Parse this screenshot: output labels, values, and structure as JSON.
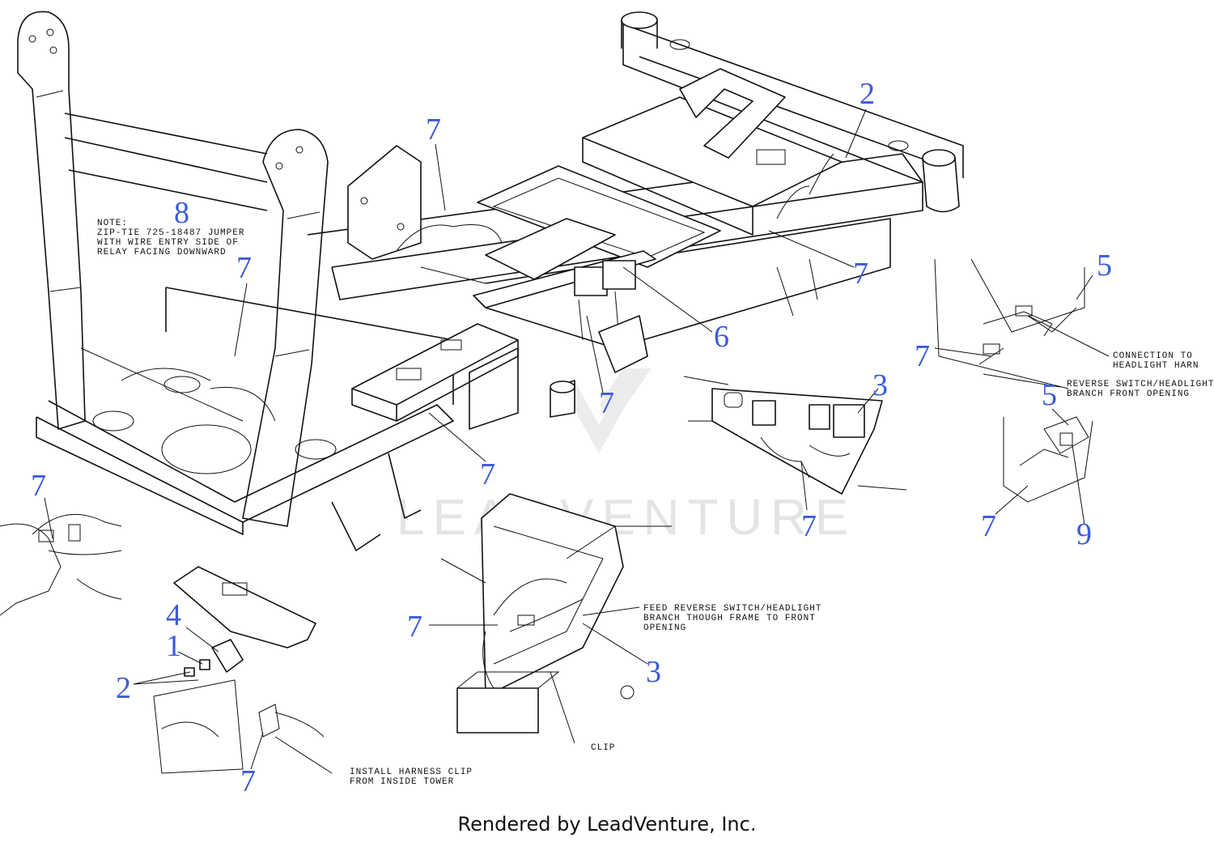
{
  "watermark": "LEADVENTURE",
  "callouts": {
    "c2_top": "2",
    "c7_a": "7",
    "c8": "8",
    "c7_b": "7",
    "c7_c": "7",
    "c6": "6",
    "c7_d": "7",
    "c7_e": "7",
    "c5_a": "5",
    "c7_f": "7",
    "c3_a": "3",
    "c5_b": "5",
    "c7_g": "7",
    "c7_h": "7",
    "c9": "9",
    "c7_i": "7",
    "c4": "4",
    "c1": "1",
    "c2_b": "2",
    "c7_j": "7",
    "c7_k": "7",
    "c3_b": "3"
  },
  "notes": {
    "relay_note": [
      "NOTE:",
      "ZIP-TIE 725-18487 JUMPER",
      "WITH WIRE ENTRY SIDE OF",
      "RELAY FACING DOWNWARD"
    ],
    "connection": [
      "CONNECTION TO",
      "HEADLIGHT HARN"
    ],
    "reverse_switch": [
      "REVERSE SWITCH/HEADLIGHT",
      "BRANCH FRONT OPENING"
    ],
    "feed_reverse": [
      "FEED REVERSE SWITCH/HEADLIGHT",
      "BRANCH THOUGH FRAME TO FRONT",
      "OPENING"
    ],
    "clip": "CLIP",
    "install_clip": [
      "INSTALL HARNESS CLIP",
      "FROM INSIDE TOWER"
    ]
  },
  "footer": "Rendered by LeadVenture, Inc."
}
